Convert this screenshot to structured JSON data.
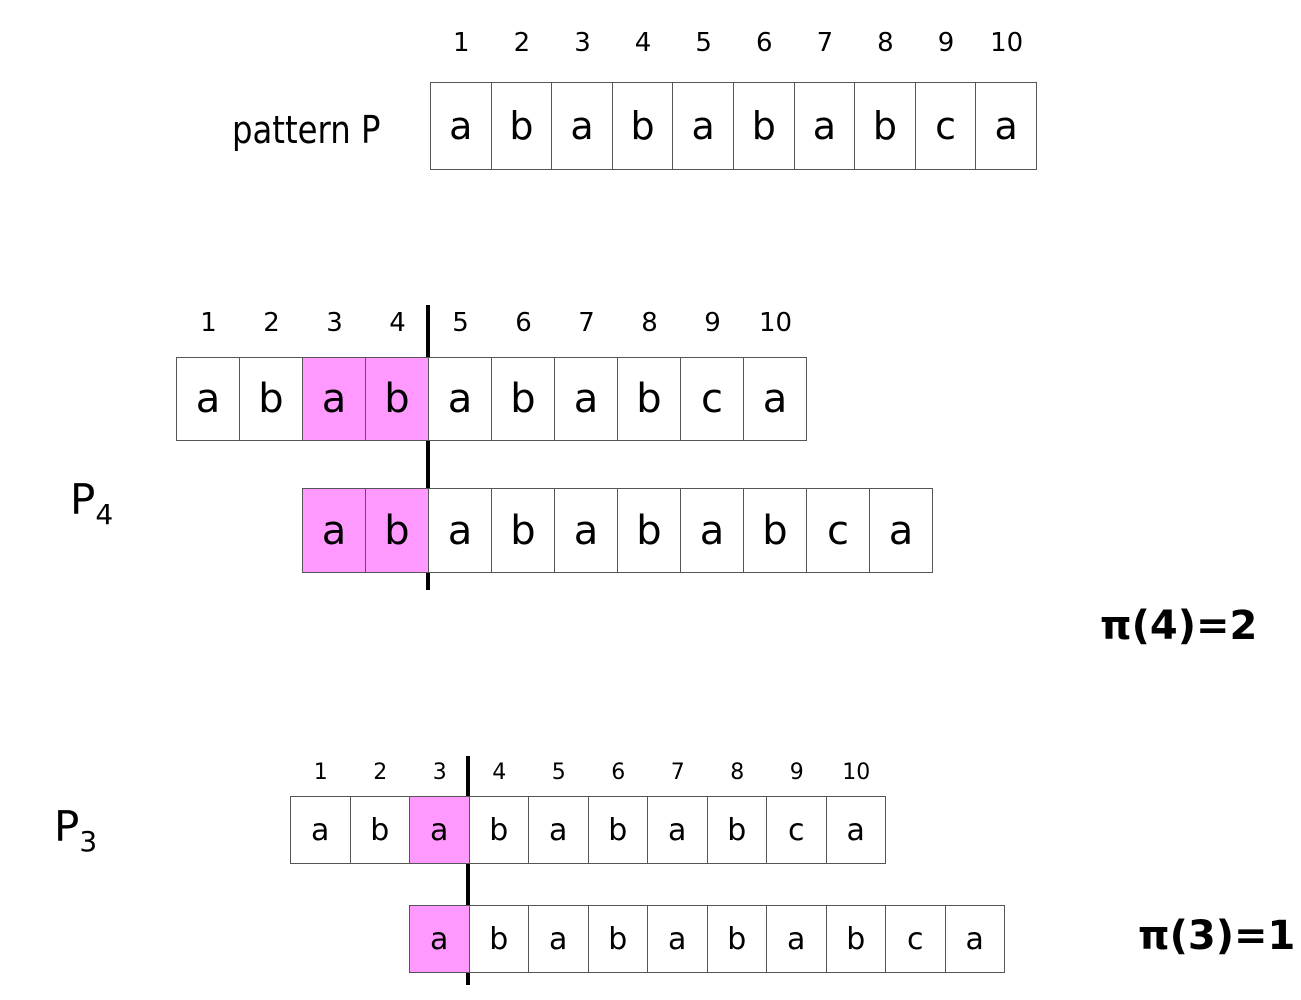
{
  "pattern_label": "pattern P",
  "indices": [
    "1",
    "2",
    "3",
    "4",
    "5",
    "6",
    "7",
    "8",
    "9",
    "10"
  ],
  "pattern": [
    "a",
    "b",
    "a",
    "b",
    "a",
    "b",
    "a",
    "b",
    "c",
    "a"
  ],
  "highlight_color": "#ff99ff",
  "section_p4": {
    "label_main": "P",
    "label_sub": "4",
    "result": "π(4)=2",
    "highlight_top": [
      2,
      3
    ],
    "highlight_shift": [
      0,
      1
    ]
  },
  "section_p3": {
    "label_main": "P",
    "label_sub": "3",
    "result": "π(3)=1",
    "highlight_top": [
      2
    ],
    "highlight_shift": [
      0
    ]
  }
}
